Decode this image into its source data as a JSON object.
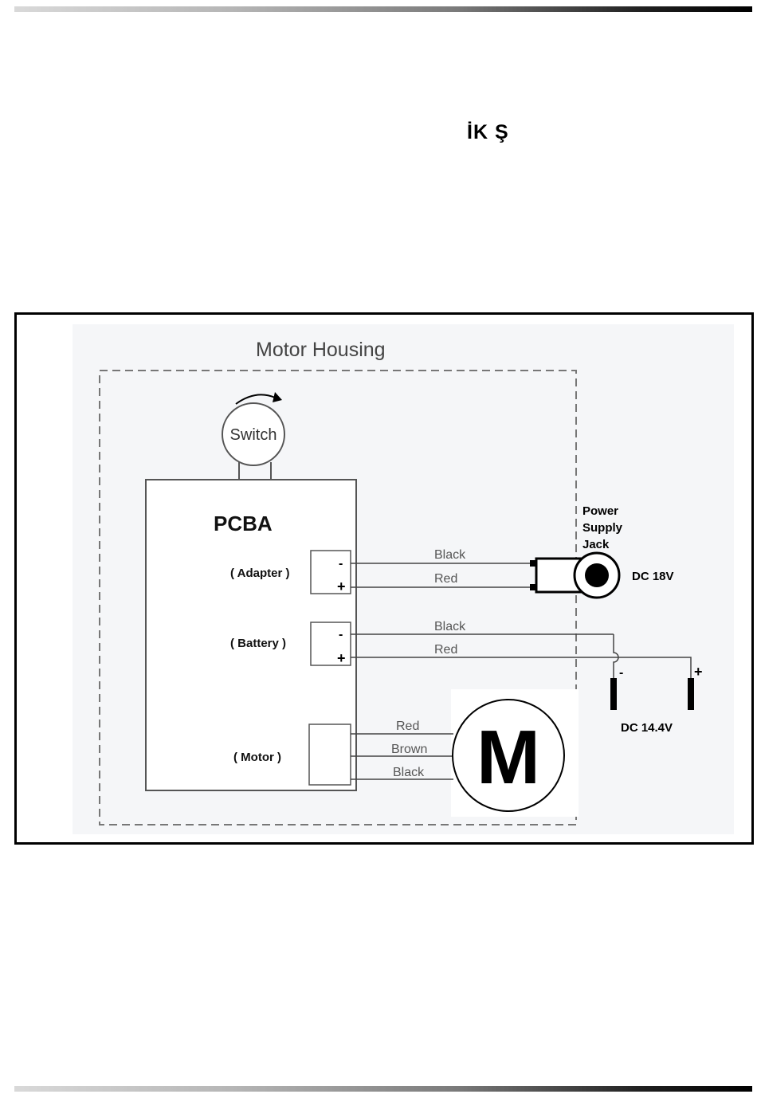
{
  "header": {
    "text": "İK Ş"
  },
  "diagram": {
    "housing_label": "Motor Housing",
    "switch_label": "Switch",
    "pcba_label": "PCBA",
    "adapter_label": "( Adapter )",
    "battery_label": "( Battery )",
    "motor_label": "( Motor )",
    "minus": "-",
    "plus": "+",
    "wires": {
      "adapter_neg": "Black",
      "adapter_pos": "Red",
      "battery_neg": "Black",
      "battery_pos": "Red",
      "motor_1": "Red",
      "motor_2": "Brown",
      "motor_3": "Black"
    },
    "jack_label_1": "Power",
    "jack_label_2": "Supply",
    "jack_label_3": "Jack",
    "dc18": "DC 18V",
    "dc144": "DC 14.4V",
    "motor_symbol": "M"
  }
}
